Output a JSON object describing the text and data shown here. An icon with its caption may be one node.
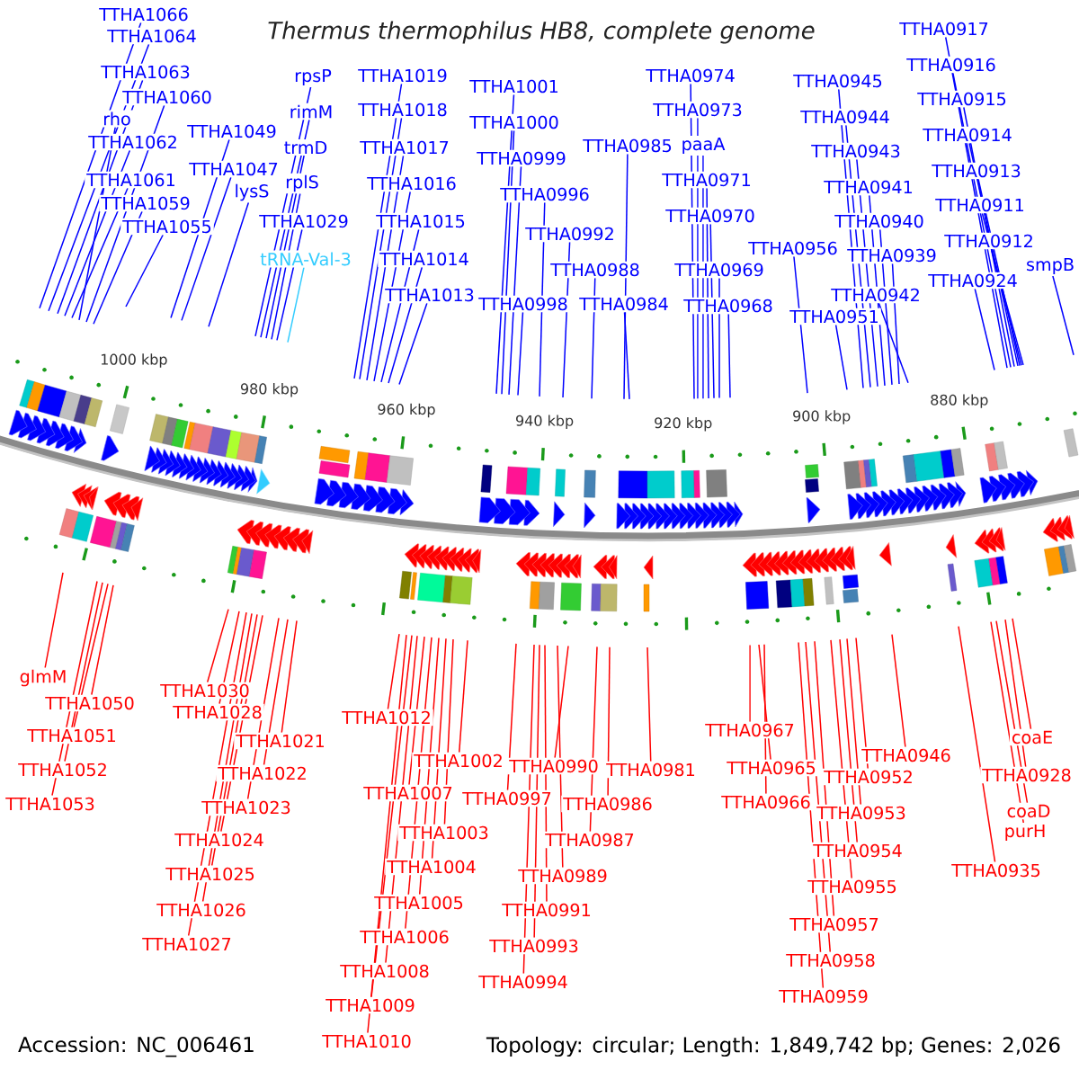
{
  "diagram": {
    "title": "Thermus thermophilus HB8, complete genome",
    "nodes": [
      {
        "text": [
          "TTHA1066"
        ]
      },
      {
        "text": [
          "TTHA1064"
        ]
      },
      {
        "text": [
          "TTHA1063"
        ]
      },
      {
        "text": [
          "TTHA1060"
        ]
      },
      {
        "text": [
          "rho"
        ]
      },
      {
        "text": [
          "TTHA1062"
        ]
      },
      {
        "text": [
          "TTHA1061"
        ]
      },
      {
        "text": [
          "TTHA1059"
        ]
      },
      {
        "text": [
          "TTHA1055"
        ]
      },
      {
        "text": [
          "TTHA1049"
        ]
      },
      {
        "text": [
          "TTHA1047"
        ]
      },
      {
        "text": [
          "lysS"
        ]
      },
      {
        "text": [
          "rpsP"
        ]
      },
      {
        "text": [
          "rimM"
        ]
      },
      {
        "text": [
          "trmD"
        ]
      },
      {
        "text": [
          "rplS"
        ]
      },
      {
        "text": [
          "TTHA1029"
        ]
      },
      {
        "text": [
          "tRNA-Val-3"
        ]
      },
      {
        "text": [
          "TTHA1019"
        ]
      },
      {
        "text": [
          "TTHA1018"
        ]
      },
      {
        "text": [
          "TTHA1017"
        ]
      },
      {
        "text": [
          "TTHA1016"
        ]
      },
      {
        "text": [
          "TTHA1015"
        ]
      },
      {
        "text": [
          "TTHA1014"
        ]
      },
      {
        "text": [
          "TTHA1013"
        ]
      },
      {
        "text": [
          "TTHA1001"
        ]
      },
      {
        "text": [
          "TTHA1000"
        ]
      },
      {
        "text": [
          "TTHA0999"
        ]
      },
      {
        "text": [
          "TTHA0996"
        ]
      },
      {
        "text": [
          "TTHA0992"
        ]
      },
      {
        "text": [
          "TTHA0988"
        ]
      },
      {
        "text": [
          "TTHA0998"
        ]
      },
      {
        "text": [
          "TTHA0984"
        ]
      },
      {
        "text": [
          "TTHA0974"
        ]
      },
      {
        "text": [
          "TTHA0973"
        ]
      },
      {
        "text": [
          "TTHA0985"
        ]
      },
      {
        "text": [
          "paaA"
        ]
      },
      {
        "text": [
          "TTHA0971"
        ]
      },
      {
        "text": [
          "TTHA0970"
        ]
      },
      {
        "text": [
          "TTHA0969"
        ]
      },
      {
        "text": [
          "TTHA0968"
        ]
      },
      {
        "text": [
          "TTHA0956"
        ]
      },
      {
        "text": [
          "TTHA0951"
        ]
      },
      {
        "text": [
          "TTHA0945"
        ]
      },
      {
        "text": [
          "TTHA0944"
        ]
      },
      {
        "text": [
          "TTHA0943"
        ]
      },
      {
        "text": [
          "TTHA0941"
        ]
      },
      {
        "text": [
          "TTHA0940"
        ]
      },
      {
        "text": [
          "TTHA0939"
        ]
      },
      {
        "text": [
          "TTHA0942"
        ]
      },
      {
        "text": [
          "TTHA0917"
        ]
      },
      {
        "text": [
          "TTHA0916"
        ]
      },
      {
        "text": [
          "TTHA0915"
        ]
      },
      {
        "text": [
          "TTHA0914"
        ]
      },
      {
        "text": [
          "TTHA0913"
        ]
      },
      {
        "text": [
          "TTHA0911"
        ]
      },
      {
        "text": [
          "TTHA0912"
        ]
      },
      {
        "text": [
          "TTHA0924"
        ]
      },
      {
        "text": [
          "smpB"
        ]
      },
      {
        "text": [
          "glmM"
        ]
      },
      {
        "text": [
          "TTHA1050"
        ]
      },
      {
        "text": [
          "TTHA1051"
        ]
      },
      {
        "text": [
          "TTHA1052"
        ]
      },
      {
        "text": [
          "TTHA1053"
        ]
      },
      {
        "text": [
          "TTHA1030"
        ]
      },
      {
        "text": [
          "TTHA1028"
        ]
      },
      {
        "text": [
          "TTHA1021"
        ]
      },
      {
        "text": [
          "TTHA1022"
        ]
      },
      {
        "text": [
          "TTHA1023"
        ]
      },
      {
        "text": [
          "TTHA1024"
        ]
      },
      {
        "text": [
          "TTHA1025"
        ]
      },
      {
        "text": [
          "TTHA1026"
        ]
      },
      {
        "text": [
          "TTHA1027"
        ]
      },
      {
        "text": [
          "TTHA1012"
        ]
      },
      {
        "text": [
          "TTHA1002"
        ]
      },
      {
        "text": [
          "TTHA1007"
        ]
      },
      {
        "text": [
          "TTHA1003"
        ]
      },
      {
        "text": [
          "TTHA1004"
        ]
      },
      {
        "text": [
          "TTHA1005"
        ]
      },
      {
        "text": [
          "TTHA1006"
        ]
      },
      {
        "text": [
          "TTHA1008"
        ]
      },
      {
        "text": [
          "TTHA1009"
        ]
      },
      {
        "text": [
          "TTHA1010"
        ]
      },
      {
        "text": [
          "TTHA0997"
        ]
      },
      {
        "text": [
          "TTHA0990"
        ]
      },
      {
        "text": [
          "TTHA0989"
        ]
      },
      {
        "text": [
          "TTHA0991"
        ]
      },
      {
        "text": [
          "TTHA0993"
        ]
      },
      {
        "text": [
          "TTHA0994"
        ]
      },
      {
        "text": [
          "TTHA0987"
        ]
      },
      {
        "text": [
          "TTHA0986"
        ]
      },
      {
        "text": [
          "TTHA0981"
        ]
      },
      {
        "text": [
          "TTHA0967"
        ]
      },
      {
        "text": [
          "TTHA0965"
        ]
      },
      {
        "text": [
          "TTHA0966"
        ]
      },
      {
        "text": [
          "TTHA0946"
        ]
      },
      {
        "text": [
          "TTHA0952"
        ]
      },
      {
        "text": [
          "TTHA0953"
        ]
      },
      {
        "text": [
          "TTHA0954"
        ]
      },
      {
        "text": [
          "TTHA0955"
        ]
      },
      {
        "text": [
          "TTHA0957"
        ]
      },
      {
        "text": [
          "TTHA0958"
        ]
      },
      {
        "text": [
          "TTHA0959"
        ]
      },
      {
        "text": [
          "coaE"
        ]
      },
      {
        "text": [
          "TTHA0928"
        ]
      },
      {
        "text": [
          "coaD"
        ]
      },
      {
        "text": [
          "purH"
        ]
      },
      {
        "text": [
          "TTHA0935"
        ]
      }
    ],
    "edges": [
      {
        "from": 0,
        "to": null,
        "arrow": "none"
      },
      {
        "from": 1,
        "to": null,
        "arrow": "none"
      },
      {
        "from": 2,
        "to": null,
        "arrow": "none"
      },
      {
        "from": 3,
        "to": null,
        "arrow": "none"
      },
      {
        "from": 4,
        "to": null,
        "arrow": "none"
      },
      {
        "from": 5,
        "to": null,
        "arrow": "none"
      },
      {
        "from": 6,
        "to": null,
        "arrow": "none"
      },
      {
        "from": 7,
        "to": null,
        "arrow": "none"
      },
      {
        "from": 8,
        "to": null,
        "arrow": "none"
      },
      {
        "from": 9,
        "to": null,
        "arrow": "none"
      },
      {
        "from": 10,
        "to": null,
        "arrow": "none"
      },
      {
        "from": 11,
        "to": null,
        "arrow": "none"
      },
      {
        "from": 12,
        "to": null,
        "arrow": "none"
      },
      {
        "from": 13,
        "to": null,
        "arrow": "none"
      },
      {
        "from": 14,
        "to": null,
        "arrow": "none"
      },
      {
        "from": 15,
        "to": null,
        "arrow": "none"
      },
      {
        "from": 16,
        "to": null,
        "arrow": "none"
      },
      {
        "from": 17,
        "to": null,
        "arrow": "none",
        "color": "#33ccff"
      },
      {
        "from": 18,
        "to": null,
        "arrow": "none"
      },
      {
        "from": 19,
        "to": null,
        "arrow": "none"
      },
      {
        "from": 20,
        "to": null,
        "arrow": "none"
      },
      {
        "from": 21,
        "to": null,
        "arrow": "none"
      },
      {
        "from": 22,
        "to": null,
        "arrow": "none"
      },
      {
        "from": 23,
        "to": null,
        "arrow": "none"
      },
      {
        "from": 24,
        "to": null,
        "arrow": "none"
      },
      {
        "from": 25,
        "to": null,
        "arrow": "none"
      },
      {
        "from": 26,
        "to": null,
        "arrow": "none"
      },
      {
        "from": 27,
        "to": null,
        "arrow": "none"
      },
      {
        "from": 28,
        "to": null,
        "arrow": "none"
      },
      {
        "from": 29,
        "to": null,
        "arrow": "none"
      },
      {
        "from": 30,
        "to": null,
        "arrow": "none"
      },
      {
        "from": 31,
        "to": null,
        "arrow": "none"
      },
      {
        "from": 32,
        "to": null,
        "arrow": "none"
      },
      {
        "from": 33,
        "to": null,
        "arrow": "none"
      },
      {
        "from": 34,
        "to": null,
        "arrow": "none"
      },
      {
        "from": 35,
        "to": null,
        "arrow": "none"
      },
      {
        "from": 36,
        "to": null,
        "arrow": "none"
      },
      {
        "from": 37,
        "to": null,
        "arrow": "none"
      },
      {
        "from": 38,
        "to": null,
        "arrow": "none"
      },
      {
        "from": 39,
        "to": null,
        "arrow": "none"
      },
      {
        "from": 40,
        "to": null,
        "arrow": "none"
      },
      {
        "from": 41,
        "to": null,
        "arrow": "none"
      },
      {
        "from": 42,
        "to": null,
        "arrow": "none"
      },
      {
        "from": 43,
        "to": null,
        "arrow": "none"
      },
      {
        "from": 44,
        "to": null,
        "arrow": "none"
      },
      {
        "from": 45,
        "to": null,
        "arrow": "none"
      },
      {
        "from": 46,
        "to": null,
        "arrow": "none"
      },
      {
        "from": 47,
        "to": null,
        "arrow": "none"
      },
      {
        "from": 48,
        "to": null,
        "arrow": "none"
      },
      {
        "from": 49,
        "to": null,
        "arrow": "none"
      },
      {
        "from": 50,
        "to": null,
        "arrow": "none"
      },
      {
        "from": 51,
        "to": null,
        "arrow": "none"
      },
      {
        "from": 52,
        "to": null,
        "arrow": "none"
      },
      {
        "from": 53,
        "to": null,
        "arrow": "none"
      },
      {
        "from": 54,
        "to": null,
        "arrow": "none"
      },
      {
        "from": 55,
        "to": null,
        "arrow": "none"
      },
      {
        "from": 56,
        "to": null,
        "arrow": "none"
      },
      {
        "from": 57,
        "to": null,
        "arrow": "none"
      },
      {
        "from": 58,
        "to": null,
        "arrow": "none"
      },
      {
        "from": 59,
        "to": null,
        "arrow": "none",
        "color": "#ff0000"
      },
      {
        "from": 60,
        "to": null,
        "arrow": "none",
        "color": "#ff0000"
      },
      {
        "from": 61,
        "to": null,
        "arrow": "none",
        "color": "#ff0000"
      },
      {
        "from": 62,
        "to": null,
        "arrow": "none",
        "color": "#ff0000"
      },
      {
        "from": 63,
        "to": null,
        "arrow": "none",
        "color": "#ff0000"
      },
      {
        "from": 64,
        "to": null,
        "arrow": "none",
        "color": "#ff0000"
      },
      {
        "from": 65,
        "to": null,
        "arrow": "none",
        "color": "#ff0000"
      },
      {
        "from": 66,
        "to": null,
        "arrow": "none",
        "color": "#ff0000"
      },
      {
        "from": 67,
        "to": null,
        "arrow": "none",
        "color": "#ff0000"
      },
      {
        "from": 68,
        "to": null,
        "arrow": "none",
        "color": "#ff0000"
      },
      {
        "from": 69,
        "to": null,
        "arrow": "none",
        "color": "#ff0000"
      },
      {
        "from": 70,
        "to": null,
        "arrow": "none",
        "color": "#ff0000"
      },
      {
        "from": 71,
        "to": null,
        "arrow": "none",
        "color": "#ff0000"
      },
      {
        "from": 72,
        "to": null,
        "arrow": "none",
        "color": "#ff0000"
      },
      {
        "from": 73,
        "to": null,
        "arrow": "none",
        "color": "#ff0000"
      },
      {
        "from": 74,
        "to": null,
        "arrow": "none",
        "color": "#ff0000"
      },
      {
        "from": 75,
        "to": null,
        "arrow": "none",
        "color": "#ff0000"
      },
      {
        "from": 76,
        "to": null,
        "arrow": "none",
        "color": "#ff0000"
      },
      {
        "from": 77,
        "to": null,
        "arrow": "none",
        "color": "#ff0000"
      },
      {
        "from": 78,
        "to": null,
        "arrow": "none",
        "color": "#ff0000"
      },
      {
        "from": 79,
        "to": null,
        "arrow": "none",
        "color": "#ff0000"
      },
      {
        "from": 80,
        "to": null,
        "arrow": "none",
        "color": "#ff0000"
      },
      {
        "from": 81,
        "to": null,
        "arrow": "none",
        "color": "#ff0000"
      },
      {
        "from": 82,
        "to": null,
        "arrow": "none",
        "color": "#ff0000"
      },
      {
        "from": 83,
        "to": null,
        "arrow": "none",
        "color": "#ff0000"
      },
      {
        "from": 84,
        "to": null,
        "arrow": "none",
        "color": "#ff0000"
      },
      {
        "from": 85,
        "to": null,
        "arrow": "none",
        "color": "#ff0000"
      },
      {
        "from": 86,
        "to": null,
        "arrow": "none",
        "color": "#ff0000"
      },
      {
        "from": 87,
        "to": null,
        "arrow": "none",
        "color": "#ff0000"
      },
      {
        "from": 88,
        "to": null,
        "arrow": "none",
        "color": "#ff0000"
      },
      {
        "from": 89,
        "to": null,
        "arrow": "none",
        "color": "#ff0000"
      },
      {
        "from": 90,
        "to": null,
        "arrow": "none",
        "color": "#ff0000"
      },
      {
        "from": 91,
        "to": null,
        "arrow": "none",
        "color": "#ff0000"
      },
      {
        "from": 92,
        "to": null,
        "arrow": "none",
        "color": "#ff0000"
      },
      {
        "from": 93,
        "to": null,
        "arrow": "none",
        "color": "#ff0000"
      },
      {
        "from": 94,
        "to": null,
        "arrow": "none",
        "color": "#ff0000"
      },
      {
        "from": 95,
        "to": null,
        "arrow": "none",
        "color": "#ff0000"
      },
      {
        "from": 96,
        "to": null,
        "arrow": "none",
        "color": "#ff0000"
      },
      {
        "from": 97,
        "to": null,
        "arrow": "none",
        "color": "#ff0000"
      },
      {
        "from": 98,
        "to": null,
        "arrow": "none",
        "color": "#ff0000"
      },
      {
        "from": 99,
        "to": null,
        "arrow": "none",
        "color": "#ff0000"
      },
      {
        "from": 100,
        "to": null,
        "arrow": "none",
        "color": "#ff0000"
      },
      {
        "from": 101,
        "to": null,
        "arrow": "none",
        "color": "#ff0000"
      },
      {
        "from": 102,
        "to": null,
        "arrow": "none",
        "color": "#ff0000"
      },
      {
        "from": 103,
        "to": null,
        "arrow": "none",
        "color": "#ff0000"
      },
      {
        "from": 104,
        "to": null,
        "arrow": "none",
        "color": "#ff0000"
      },
      {
        "from": 105,
        "to": null,
        "arrow": "none",
        "color": "#ff0000"
      },
      {
        "from": 106,
        "to": null,
        "arrow": "none",
        "color": "#ff0000"
      },
      {
        "from": 107,
        "to": null,
        "arrow": "none",
        "color": "#ff0000"
      }
    ],
    "labels": [
      "1000 kbp",
      "980 kbp",
      "960 kbp",
      "940 kbp",
      "920 kbp",
      "900 kbp",
      "880 kbp",
      "Accession: NC_006461",
      "Topology: circular; Length: 1,849,742 bp; Genes: 2,026"
    ]
  }
}
